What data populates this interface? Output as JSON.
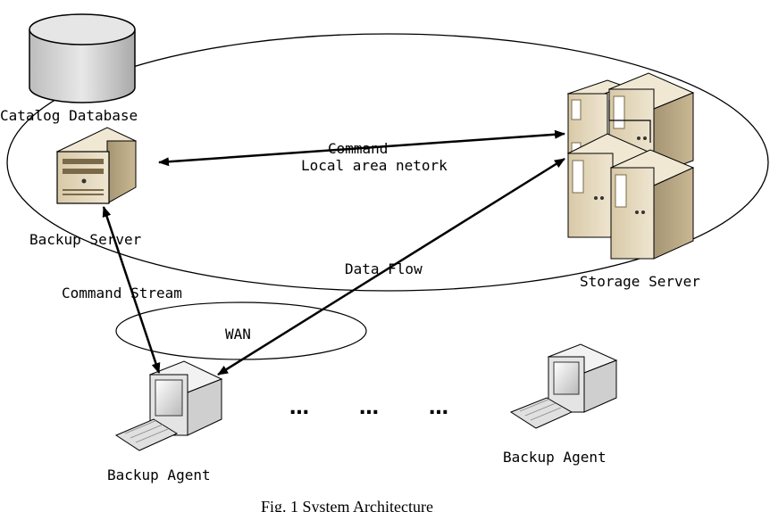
{
  "labels": {
    "catalog_database": "Catalog Database",
    "backup_server": "Backup Server",
    "storage_server": "Storage Server",
    "command": "Command",
    "local_area_network": "Local area netork",
    "data_flow": "Data Flow",
    "command_stream": "Command Stream",
    "wan": "WAN",
    "backup_agent_left": "Backup Agent",
    "backup_agent_right": "Backup Agent",
    "ellipsis_1": "…",
    "ellipsis_2": "…",
    "ellipsis_3": "…"
  },
  "caption": "Fig. 1 System Architecture"
}
